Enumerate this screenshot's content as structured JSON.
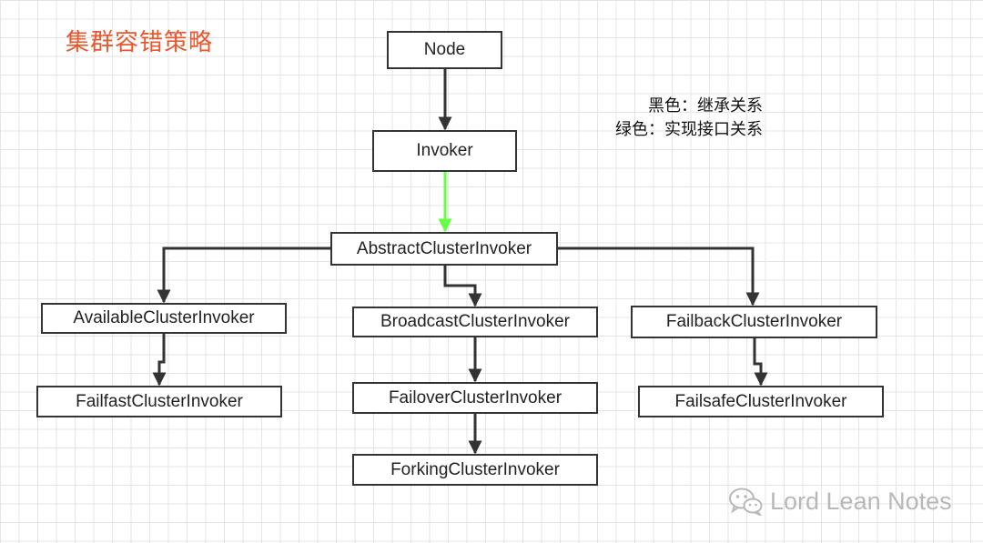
{
  "title": "集群容错策略",
  "legend": {
    "black": "黑色：继承关系",
    "green": "绿色：实现接口关系"
  },
  "colors": {
    "inheritance": "#333333",
    "interface": "#66ff44",
    "title": "#e8572d"
  },
  "nodes": {
    "node": "Node",
    "invoker": "Invoker",
    "abstract": "AbstractClusterInvoker",
    "available": "AvailableClusterInvoker",
    "failfast": "FailfastClusterInvoker",
    "broadcast": "BroadcastClusterInvoker",
    "failover": "FailoverClusterInvoker",
    "forking": "ForkingClusterInvoker",
    "failback": "FailbackClusterInvoker",
    "failsafe": "FailsafeClusterInvoker"
  },
  "edges": [
    {
      "from": "node",
      "to": "invoker",
      "type": "inheritance"
    },
    {
      "from": "invoker",
      "to": "abstract",
      "type": "interface"
    },
    {
      "from": "abstract",
      "to": "available",
      "type": "inheritance"
    },
    {
      "from": "abstract",
      "to": "broadcast",
      "type": "inheritance"
    },
    {
      "from": "abstract",
      "to": "failback",
      "type": "inheritance"
    },
    {
      "from": "available",
      "to": "failfast",
      "type": "inheritance"
    },
    {
      "from": "broadcast",
      "to": "failover",
      "type": "inheritance"
    },
    {
      "from": "failover",
      "to": "forking",
      "type": "inheritance"
    },
    {
      "from": "failback",
      "to": "failsafe",
      "type": "inheritance"
    }
  ],
  "watermark": {
    "icon": "wechat-icon",
    "text": "Lord Lean Notes"
  }
}
